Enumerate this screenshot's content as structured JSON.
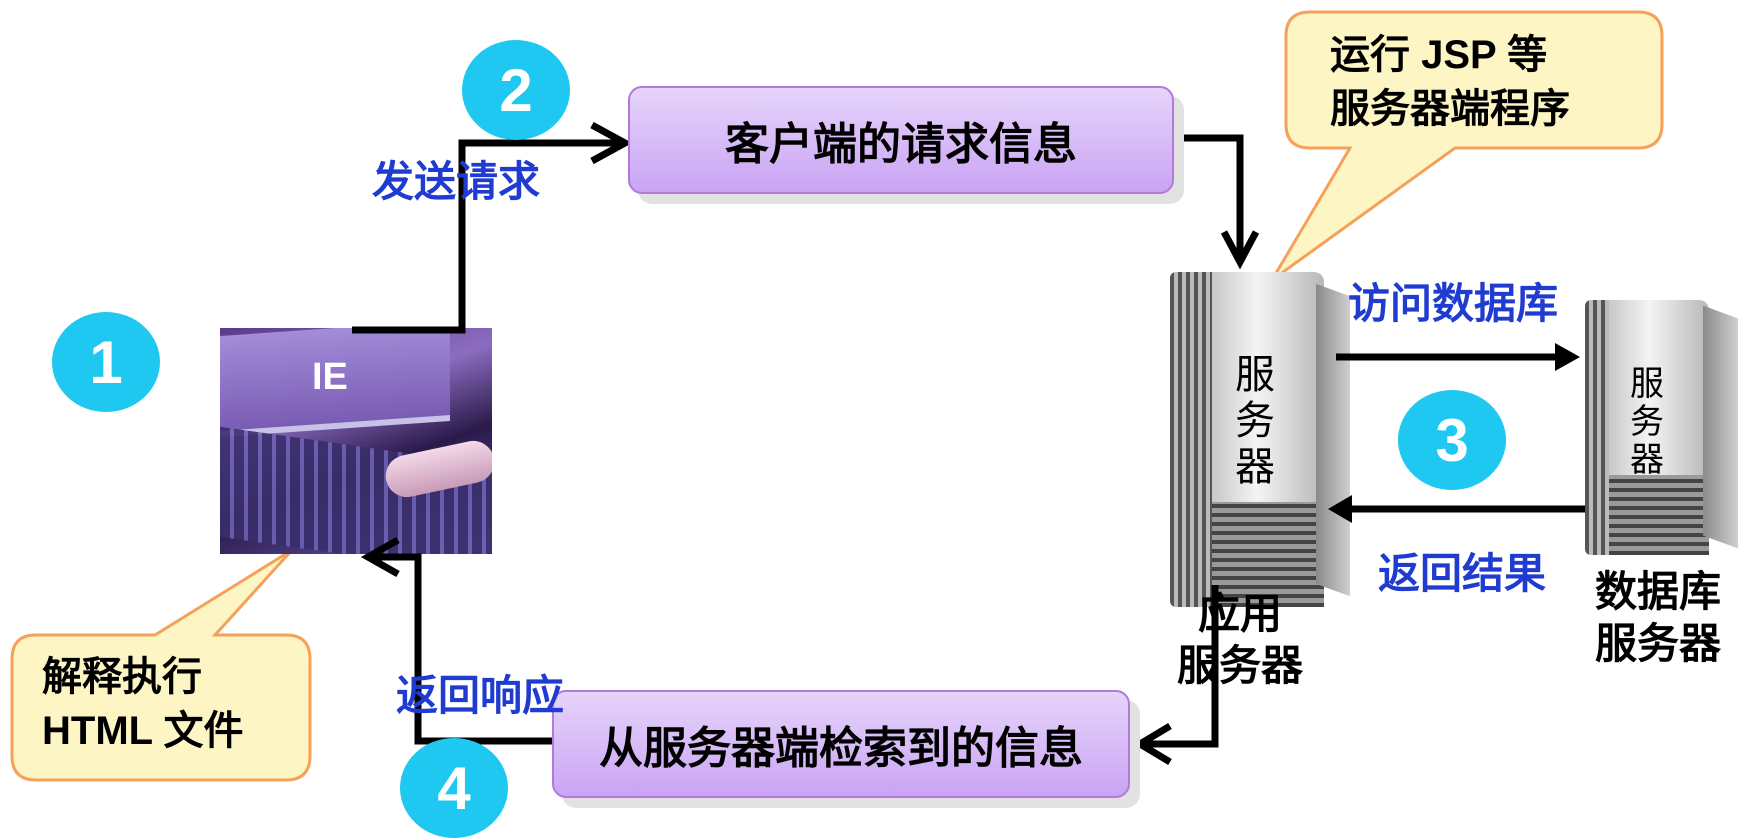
{
  "steps": {
    "one": "1",
    "two": "2",
    "three": "3",
    "four": "4"
  },
  "client": {
    "label": "IE"
  },
  "request_box": "客户端的请求信息",
  "response_box": "从服务器端检索到的信息",
  "labels": {
    "send_request": "发送请求",
    "return_response": "返回响应",
    "access_db": "访问数据库",
    "return_result": "返回结果"
  },
  "callouts": {
    "server_line1": "运行 JSP 等",
    "server_line2": "服务器端程序",
    "client_line1": "解释执行",
    "client_line2": "HTML 文件"
  },
  "app_server": {
    "tower_text": [
      "服",
      "务",
      "器"
    ],
    "caption_line1": "应用",
    "caption_line2": "服务器"
  },
  "db_server": {
    "tower_text": [
      "服",
      "务",
      "器"
    ],
    "caption_line1": "数据库",
    "caption_line2": "服务器"
  },
  "colors": {
    "step_circle": "#1ec8f0",
    "label_blue": "#1f3bd0",
    "box_purple": "#caa4f4",
    "callout_yellow": "#fdf6c4",
    "callout_border": "#f5a15a"
  }
}
